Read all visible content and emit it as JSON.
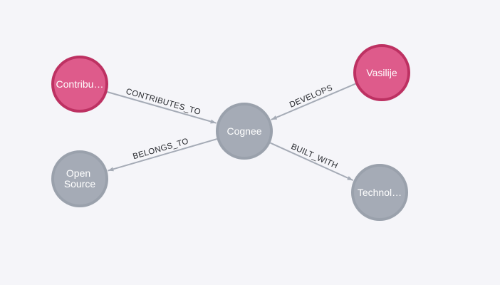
{
  "canvas": {
    "background": "#f5f5f9"
  },
  "graph": {
    "style": {
      "edge_color": "#a5abb6",
      "edge_label_color": "#26282d",
      "node_text_color": "#ffffff",
      "pink_fill": "#de5b8b",
      "pink_border": "#bd3162",
      "gray_fill": "#a5abb6",
      "gray_border": "#9aa1ac"
    },
    "nodes": [
      {
        "id": "contributors",
        "label": "Contribu…",
        "fill": "#de5b8b",
        "border": "#bd3162"
      },
      {
        "id": "vasilije",
        "label": "Vasilije",
        "fill": "#de5b8b",
        "border": "#bd3162"
      },
      {
        "id": "cognee",
        "label": "Cognee",
        "fill": "#a5abb6",
        "border": "#9aa1ac"
      },
      {
        "id": "open-source",
        "label": "Open Source",
        "lines": [
          "Open",
          "Source"
        ],
        "fill": "#a5abb6",
        "border": "#9aa1ac"
      },
      {
        "id": "technologies",
        "label": "Technol…",
        "fill": "#a5abb6",
        "border": "#9aa1ac"
      }
    ],
    "edges": [
      {
        "id": "contributes-to",
        "label": "CONTRIBUTES_TO",
        "from": "contributors",
        "to": "cognee"
      },
      {
        "id": "develops",
        "label": "DEVELOPS",
        "from": "vasilije",
        "to": "cognee"
      },
      {
        "id": "belongs-to",
        "label": "BELONGS_TO",
        "from": "cognee",
        "to": "open-source"
      },
      {
        "id": "built-with",
        "label": "BUILT_WITH",
        "from": "cognee",
        "to": "technologies"
      }
    ]
  }
}
